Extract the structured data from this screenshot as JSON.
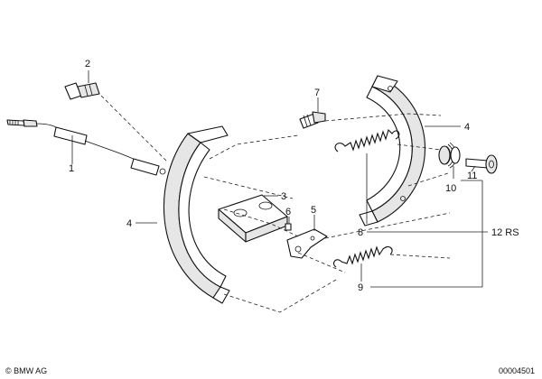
{
  "callouts": {
    "c1": "1",
    "c2": "2",
    "c3": "3",
    "c4_left": "4",
    "c4_right": "4",
    "c5": "5",
    "c6": "6",
    "c7": "7",
    "c8": "8",
    "c9": "9",
    "c10": "10",
    "c11": "11",
    "c12": "12 RS"
  },
  "footer": {
    "copyright": "© BMW AG",
    "diagram_number": "00004501"
  },
  "colors": {
    "line": "#111111",
    "shade": "#e6e6e6",
    "background": "#ffffff"
  }
}
